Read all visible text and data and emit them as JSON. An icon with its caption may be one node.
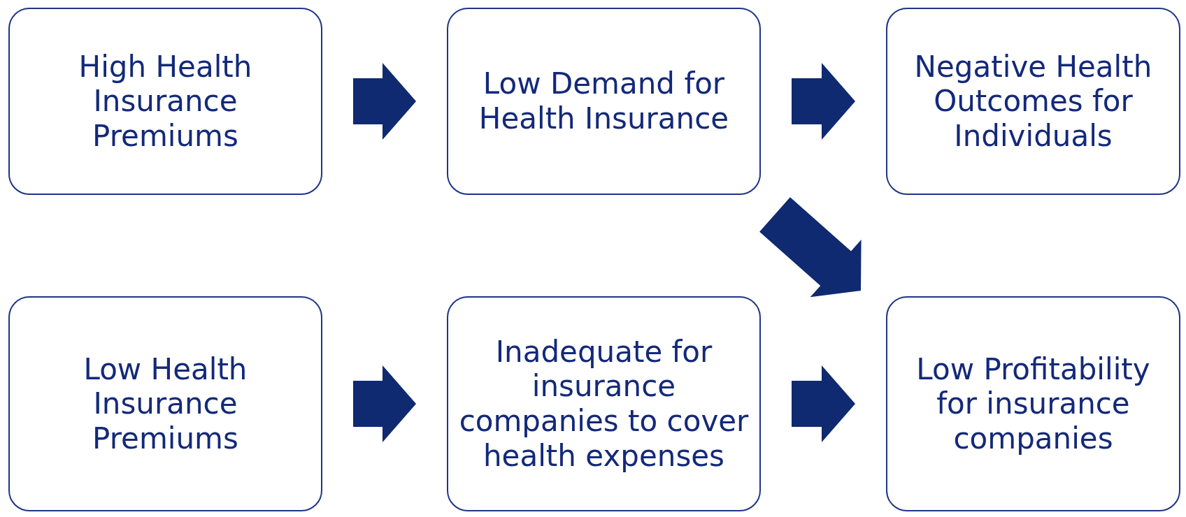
{
  "diagram": {
    "nodes": [
      {
        "text": [
          "High Health Insurance Premiums"
        ]
      },
      {
        "text": [
          "Low Demand for Health Insurance"
        ]
      },
      {
        "text": [
          "Negative Health Outcomes for Individuals"
        ]
      },
      {
        "text": [
          "Low Health Insurance Premiums"
        ]
      },
      {
        "text": [
          "Inadequate for insurance companies to cover health expenses"
        ]
      },
      {
        "text": [
          "Low Profitability for insurance companies"
        ]
      }
    ],
    "edges": [
      {
        "from": 0,
        "to": 1,
        "arrow": "to"
      },
      {
        "from": 1,
        "to": 2,
        "arrow": "to"
      },
      {
        "from": 1,
        "to": 5,
        "arrow": "to"
      },
      {
        "from": 3,
        "to": 4,
        "arrow": "to"
      },
      {
        "from": 4,
        "to": 5,
        "arrow": "to"
      }
    ]
  }
}
